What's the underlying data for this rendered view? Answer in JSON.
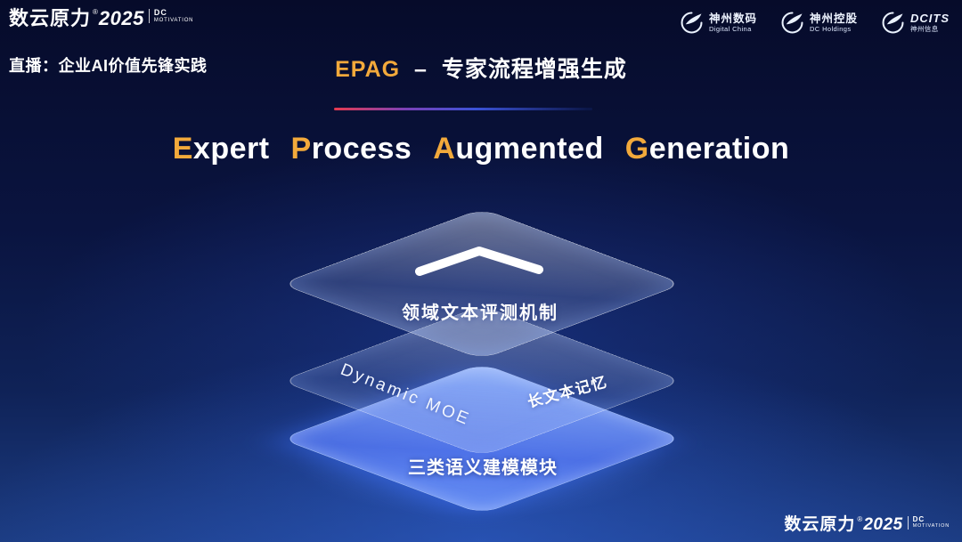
{
  "brand": {
    "name": "数云原力",
    "reg": "®",
    "year": "2025",
    "tag_line1": "DC",
    "tag_line2": "MOTIVATION"
  },
  "header": {
    "live_label": "直播：企业AI价值先锋实践",
    "title_en": "EPAG",
    "title_sep": "–",
    "title_zh": "专家流程增强生成",
    "partners": [
      {
        "name": "神州数码",
        "sub": "Digital China"
      },
      {
        "name": "神州控股",
        "sub": "DC Holdings"
      },
      {
        "name": "DCITS",
        "sub": "神州信息"
      }
    ]
  },
  "headline": {
    "words": [
      {
        "first": "E",
        "rest": "xpert"
      },
      {
        "first": "P",
        "rest": "rocess"
      },
      {
        "first": "A",
        "rest": "ugmented"
      },
      {
        "first": "G",
        "rest": "eneration"
      }
    ]
  },
  "diagram": {
    "top_layer_label": "领域文本评测机制",
    "middle_layer_left_label": "Dynamic  MOE",
    "middle_layer_right_label": "长文本记忆",
    "bottom_layer_label": "三类语义建模模块"
  },
  "colors": {
    "accent_gold": "#f2a93b",
    "divider_red": "#e63a4f",
    "divider_blue": "#3b52d6",
    "bottom_layer_blue": "#5b7ef5",
    "background_navy": "#0a1440"
  }
}
